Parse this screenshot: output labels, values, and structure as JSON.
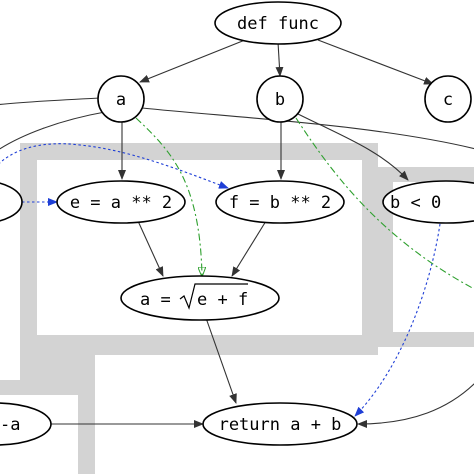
{
  "nodes": {
    "def_func": "def func",
    "a": "a",
    "b": "b",
    "c": "c",
    "e_assign": "e = a ** 2",
    "f_assign": "f = b ** 2",
    "a_assign_prefix": "a = ",
    "a_assign_radicand": "e + f",
    "b_cond": "b < 0",
    "neg_a": "-a",
    "return": "return a + b"
  },
  "colors": {
    "panel": "#d3d3d3",
    "control_flow_edge": "#1f3fd6",
    "data_flow_edge": "#2ea02e",
    "default_edge": "#333333"
  }
}
